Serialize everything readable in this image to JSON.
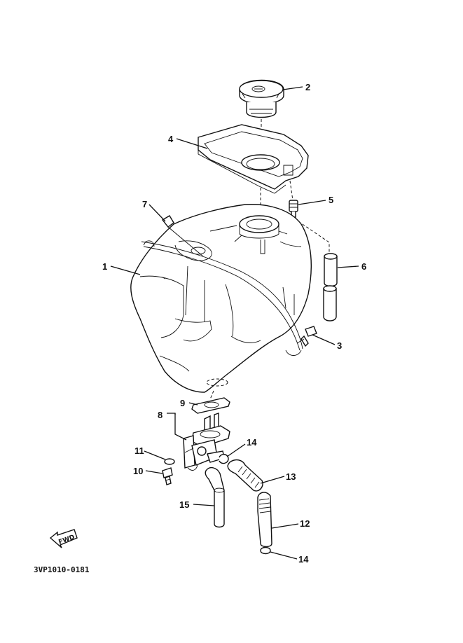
{
  "diagram_code": "3VP1010-0181",
  "fwd_label": "FWD",
  "callouts": [
    {
      "id": "1",
      "label": "1"
    },
    {
      "id": "2",
      "label": "2"
    },
    {
      "id": "3",
      "label": "3"
    },
    {
      "id": "4",
      "label": "4"
    },
    {
      "id": "5",
      "label": "5"
    },
    {
      "id": "6",
      "label": "6"
    },
    {
      "id": "7",
      "label": "7"
    },
    {
      "id": "8",
      "label": "8"
    },
    {
      "id": "9",
      "label": "9"
    },
    {
      "id": "10",
      "label": "10"
    },
    {
      "id": "11",
      "label": "11"
    },
    {
      "id": "12",
      "label": "12"
    },
    {
      "id": "13",
      "label": "13"
    },
    {
      "id": "14a",
      "label": "14"
    },
    {
      "id": "14b",
      "label": "14"
    },
    {
      "id": "15",
      "label": "15"
    }
  ]
}
